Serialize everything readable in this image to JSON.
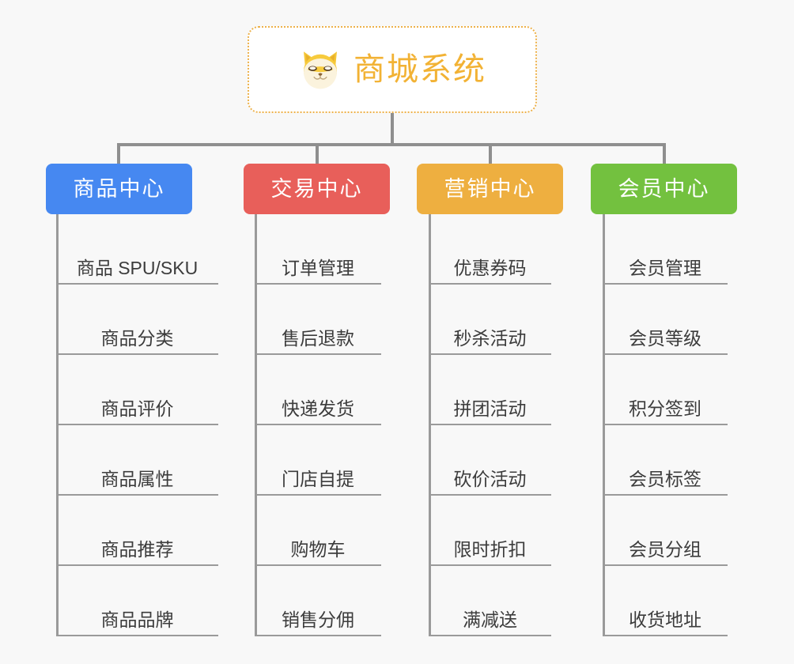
{
  "diagram": {
    "type": "org-chart",
    "background_color": "#f8f8f8",
    "connector_color": "#8f8f8f",
    "root": {
      "title": "商城系统",
      "icon": "shiba-dog-face-icon",
      "text_color": "#f2b234",
      "border_color": "#edb14a",
      "background_color": "#ffffff"
    },
    "branches": [
      {
        "label": "商品中心",
        "color": "#4688f1",
        "label_color": "#ffffff",
        "items": [
          "商品 SPU/SKU",
          "商品分类",
          "商品评价",
          "商品属性",
          "商品推荐",
          "商品品牌"
        ]
      },
      {
        "label": "交易中心",
        "color": "#e85f5a",
        "label_color": "#ffffff",
        "items": [
          "订单管理",
          "售后退款",
          "快递发货",
          "门店自提",
          "购物车",
          "销售分佣"
        ]
      },
      {
        "label": "营销中心",
        "color": "#eeaf40",
        "label_color": "#ffffff",
        "items": [
          "优惠券码",
          "秒杀活动",
          "拼团活动",
          "砍价活动",
          "限时折扣",
          "满减送"
        ]
      },
      {
        "label": "会员中心",
        "color": "#73c13f",
        "label_color": "#ffffff",
        "items": [
          "会员管理",
          "会员等级",
          "积分签到",
          "会员标签",
          "会员分组",
          "收货地址"
        ]
      }
    ]
  }
}
